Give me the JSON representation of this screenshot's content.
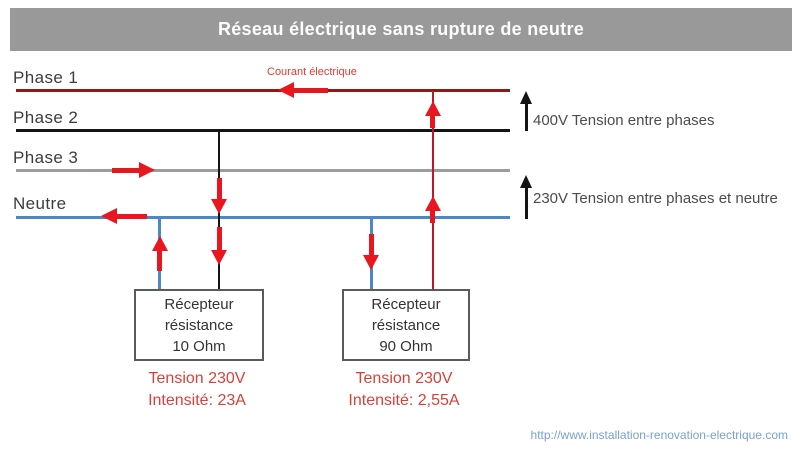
{
  "title": "Réseau électrique sans rupture de neutre",
  "conductors": {
    "phase1": {
      "label": "Phase 1",
      "color": "#991414"
    },
    "phase2": {
      "label": "Phase 2",
      "color": "#141414"
    },
    "phase3": {
      "label": "Phase 3",
      "color": "#9c9c9c"
    },
    "neutre": {
      "label": "Neutre",
      "color": "#4e87c8"
    }
  },
  "annotations": {
    "courant": "Courant électrique",
    "tension_phases": "400V Tension entre phases",
    "tension_phase_neutre": "230V Tension entre phases et neutre"
  },
  "receivers": [
    {
      "name_line1": "Récepteur",
      "name_line2": "résistance",
      "name_line3": "10 Ohm",
      "tension": "Tension 230V",
      "intensite": "Intensité: 23A"
    },
    {
      "name_line1": "Récepteur",
      "name_line2": "résistance",
      "name_line3": "90 Ohm",
      "tension": "Tension 230V",
      "intensite": "Intensité: 2,55A"
    }
  ],
  "footer": {
    "url": "http://www.installation-renovation-electrique.com"
  },
  "colors": {
    "title_bg": "#999999",
    "arrow_red": "#e9161f",
    "phase1_dark_red": "#991414",
    "neutral_blue": "#4e87c8",
    "result_text_red": "#da403a"
  }
}
